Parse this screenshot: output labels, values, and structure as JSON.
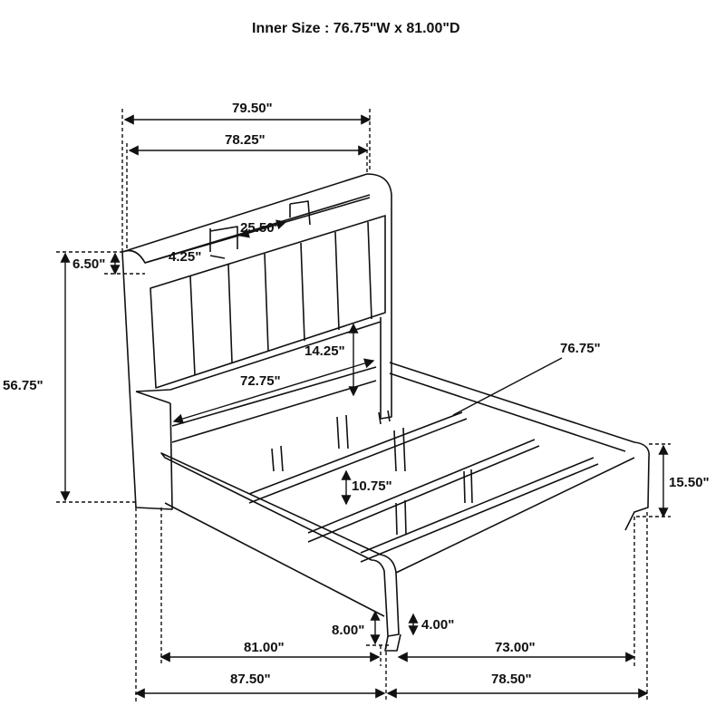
{
  "title": "Inner Size : 76.75\"W x 81.00\"D",
  "dimensions": {
    "overall_width": "79.50\"",
    "headboard_width": "78.25\"",
    "shelf_width": "25.50\"",
    "shelf_depth": "4.25\"",
    "shelf_height": "6.50\"",
    "headboard_height": "56.75\"",
    "headboard_clearance": "14.25\"",
    "inner_headboard_width": "72.75\"",
    "inner_width": "76.75\"",
    "rail_height": "10.75\"",
    "footboard_height": "15.50\"",
    "floor_clearance": "8.00\"",
    "leg_height": "4.00\"",
    "inner_length": "81.00\"",
    "footboard_width": "73.00\"",
    "overall_length": "87.50\"",
    "overall_footboard_width": "78.50\""
  },
  "colors": {
    "line": "#111111",
    "background": "#ffffff"
  }
}
